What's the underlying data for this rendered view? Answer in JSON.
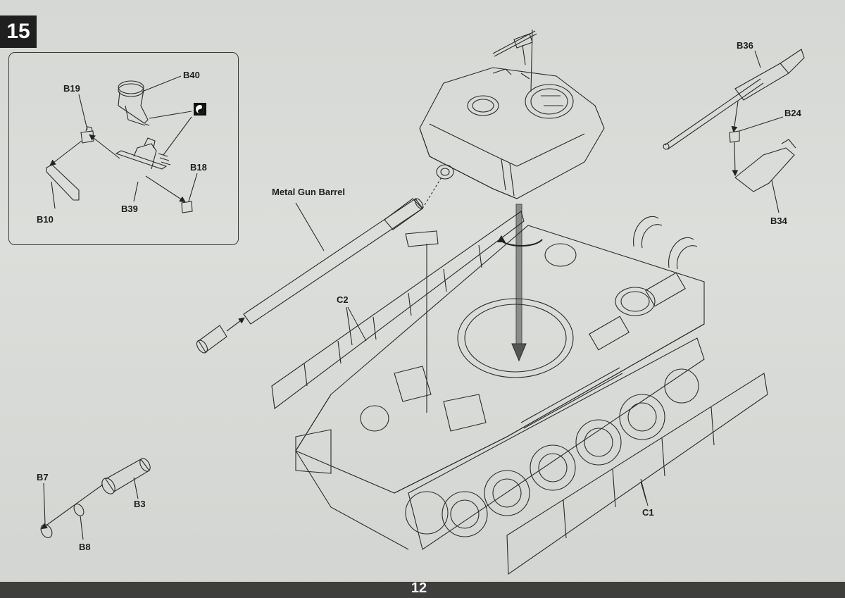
{
  "step_number": "15",
  "page_number": "12",
  "icons": {
    "option_icon": "yin-yang-icon",
    "rotate_icon": "rotate-arrow-icon"
  },
  "labels": {
    "b40": "B40",
    "b19": "B19",
    "b18": "B18",
    "b10": "B10",
    "b39": "B39",
    "metal_gun_barrel": "Metal Gun Barrel",
    "c2": "C2",
    "c1": "C1",
    "b36": "B36",
    "b24": "B24",
    "b34": "B34",
    "b7": "B7",
    "b3": "B3",
    "b8": "B8"
  },
  "colors": {
    "paper": "#dcdedb",
    "ink": "#1e1e1e",
    "step_box": "#1f1f1f",
    "footer": "#3e3f3d"
  }
}
